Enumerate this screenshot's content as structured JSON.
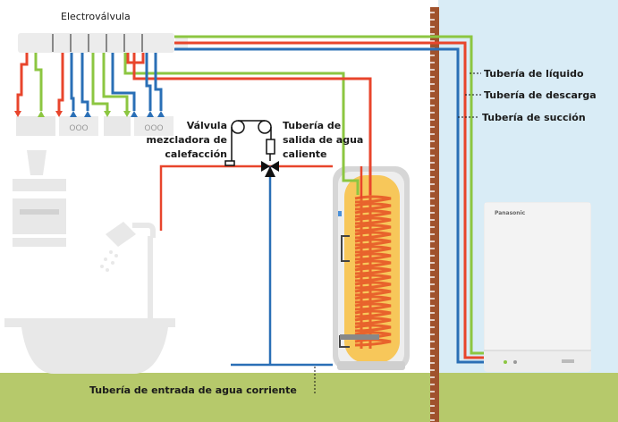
{
  "labels": {
    "electrovalvula": "Electroválvula",
    "tuberia_liquido": "Tubería de líquido",
    "tuberia_descarga": "Tubería de descarga",
    "tuberia_succion": "Tubería de succión",
    "valvula_line1": "Válvula",
    "valvula_line2": "mezcladora de",
    "valvula_line3": "calefacción",
    "salida_line1": "Tubería de",
    "salida_line2": "salida de agua",
    "salida_line3": "caliente",
    "entrada": "Tubería de entrada de agua corriente"
  },
  "outdoor_unit": {
    "brand": "Panasonic"
  },
  "indoor_unit": {
    "display": "OOO"
  },
  "colors": {
    "liquid_pipe": "#8cc641",
    "discharge_pipe": "#e8452c",
    "suction_pipe": "#2a6fb6",
    "wall": "#a0522d",
    "ground": "#b6c96b",
    "outdoor_bg": "#d9ecf6",
    "tank": "#f7c75a",
    "coil": "#e8632c",
    "fixtures": "#e8e8e8"
  }
}
